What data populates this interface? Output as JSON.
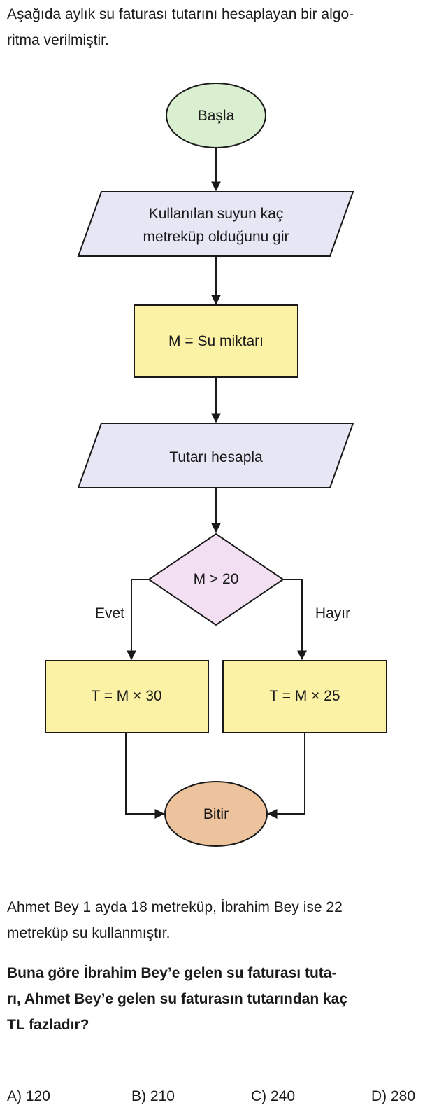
{
  "intro": {
    "line1": "Aşağıda aylık su faturası tutarını hesaplayan bir algo-",
    "line2": "ritma verilmiştir."
  },
  "flowchart": {
    "start": "Başla",
    "input_line1": "Kullanılan suyun kaç",
    "input_line2": "metreküp olduğunu gir",
    "assign": "M = Su miktarı",
    "compute": "Tutarı hesapla",
    "condition": "M > 20",
    "yes_label": "Evet",
    "no_label": "Hayır",
    "yes_process": "T = M × 30",
    "no_process": "T = M × 25",
    "end": "Bitir",
    "colors": {
      "terminal_start": "#d9efd0",
      "io": "#e6e6f5",
      "process": "#fbf2a6",
      "decision": "#f3dff2",
      "terminal_end": "#edc39e"
    }
  },
  "problem": {
    "line1": "Ahmet Bey 1 ayda 18 metreküp, İbrahim Bey ise 22",
    "line2": "metreküp su kullanmıştır."
  },
  "question": {
    "line1": "Buna göre İbrahim Bey’e gelen su faturası tuta-",
    "line2": "rı, Ahmet Bey’e gelen su faturasın tutarından kaç",
    "line3": "TL fazladır?"
  },
  "options": [
    "A) 120",
    "B) 210",
    "C) 240",
    "D) 280"
  ]
}
